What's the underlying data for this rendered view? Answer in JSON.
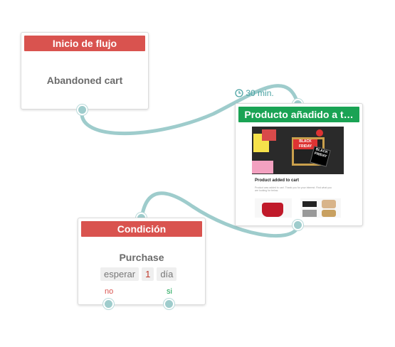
{
  "nodes": {
    "start": {
      "header": "Inicio de flujo",
      "label": "Abandoned cart"
    },
    "email": {
      "header": "Producto añadido a t…",
      "thumbnail": {
        "hero_tag_1": "BLACK FRIDAY",
        "hero_tag_2": "BLACK FRIDAY",
        "title": "Product added to cart",
        "body": "Product was added to cart. Thank you for your interest. Find what you are looking for below."
      }
    },
    "condition": {
      "header": "Condición",
      "label": "Purchase",
      "wait": {
        "prefix": "esperar",
        "amount": "1",
        "unit": "día"
      },
      "branches": {
        "no": "no",
        "yes": "si"
      }
    }
  },
  "delay": {
    "label": "30 min.",
    "icon": "clock-icon"
  },
  "colors": {
    "header_red": "#d9534f",
    "header_green": "#1aa354",
    "wire": "#9ecccc",
    "delay_text": "#4aa3a3"
  }
}
